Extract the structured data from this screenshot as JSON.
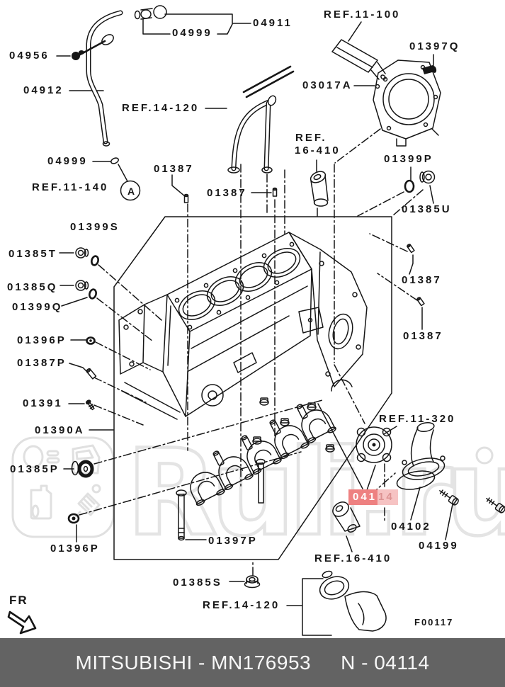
{
  "watermark": {
    "text": "Ruli.ru",
    "color": "#e2e2e2"
  },
  "figure": {
    "code": "F00117",
    "direction_label": "FR"
  },
  "footer": {
    "left": "MITSUBISHI - MN176953",
    "right": "N - 04114",
    "background": "#636363",
    "text_color": "#f7f7f7"
  },
  "highlight": {
    "matched": "041",
    "rest": "14",
    "matched_bg": "#ee8181",
    "matched_color": "#ffffff",
    "rest_bg": "#f6c3c3",
    "rest_color": "#dc9292"
  },
  "view_marker": {
    "letter": "A"
  },
  "labels": [
    {
      "text": "04911"
    },
    {
      "text": "04999"
    },
    {
      "text": "04956"
    },
    {
      "text": "04912"
    },
    {
      "text": "REF.14-120"
    },
    {
      "text": "REF.11-100"
    },
    {
      "text": "01397Q"
    },
    {
      "text": "03017A"
    },
    {
      "text": "REF."
    },
    {
      "text": "16-410"
    },
    {
      "text": "01399P"
    },
    {
      "text": "01385U"
    },
    {
      "text": "04999"
    },
    {
      "text": "REF.11-140"
    },
    {
      "text": "01387"
    },
    {
      "text": "01387"
    },
    {
      "text": "01399S"
    },
    {
      "text": "01385T"
    },
    {
      "text": "01385Q"
    },
    {
      "text": "01399Q"
    },
    {
      "text": "01396P"
    },
    {
      "text": "01387P"
    },
    {
      "text": "01391"
    },
    {
      "text": "01390A"
    },
    {
      "text": "01385P"
    },
    {
      "text": "01396P"
    },
    {
      "text": "01387"
    },
    {
      "text": "01387"
    },
    {
      "text": "REF.11-320"
    },
    {
      "text": "04102"
    },
    {
      "text": "04199"
    },
    {
      "text": "REF.16-410"
    },
    {
      "text": "01397P"
    },
    {
      "text": "01385S"
    },
    {
      "text": "REF.14-120"
    }
  ]
}
